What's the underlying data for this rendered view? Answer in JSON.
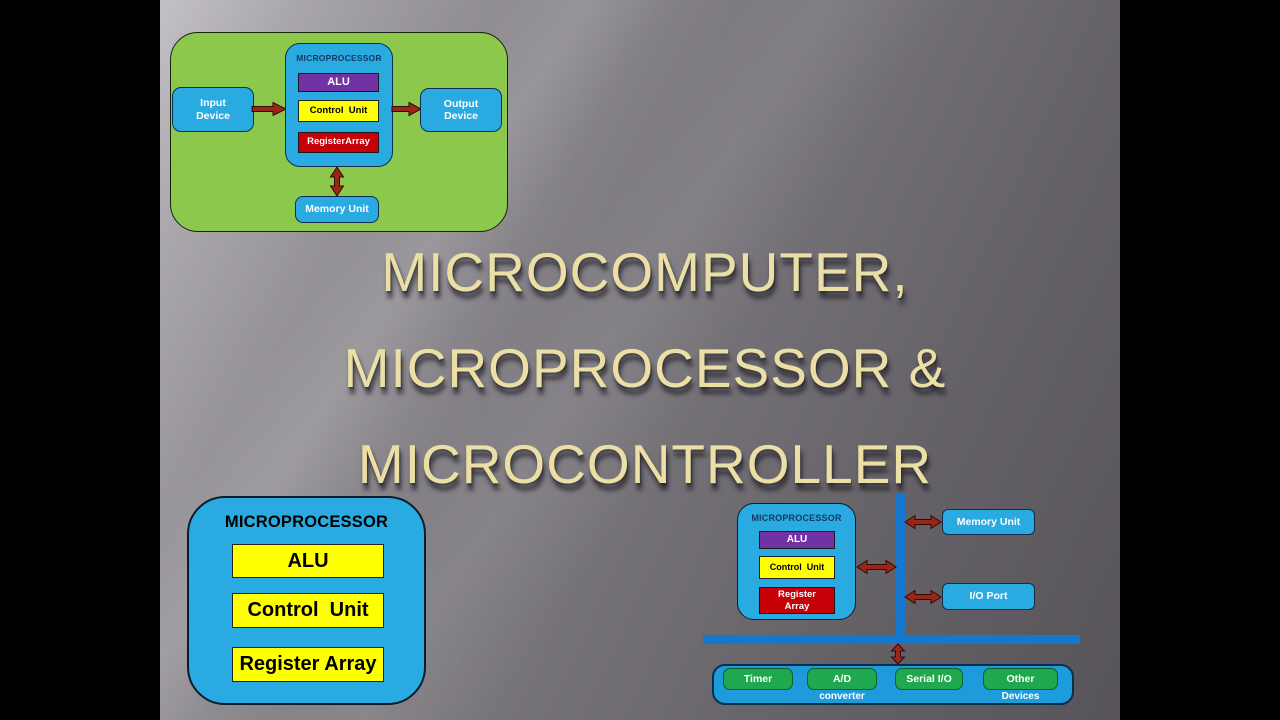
{
  "title": {
    "line1": "MICROCOMPUTER,",
    "line2": "MICROPROCESSOR &",
    "line3": "MICROCONTROLLER"
  },
  "microcomputer_diagram": {
    "processor_label": "MICROPROCESSOR",
    "alu": "ALU",
    "control_unit": "Control  Unit",
    "register_array": "RegisterArray",
    "input_device": "Input\nDevice",
    "output_device": "Output\nDevice",
    "memory_unit": "Memory Unit"
  },
  "microprocessor_panel": {
    "title": "MICROPROCESSOR",
    "alu": "ALU",
    "control_unit": "Control  Unit",
    "register_array": "Register Array"
  },
  "microcontroller_diagram": {
    "processor_label": "MICROPROCESSOR",
    "alu": "ALU",
    "control_unit": "Control  Unit",
    "register_array": "Register\nArray",
    "memory_unit": "Memory Unit",
    "io_port": "I/O Port",
    "devices": [
      {
        "label": "Timer",
        "sub": ""
      },
      {
        "label": "A/D",
        "sub": "converter"
      },
      {
        "label": "Serial I/O",
        "sub": ""
      },
      {
        "label": "Other",
        "sub": "Devices"
      }
    ]
  },
  "colors": {
    "cyan": "#29abe2",
    "green_container": "#8cc84c",
    "device_green": "#1fa84d",
    "yellow": "#feff00",
    "purple": "#7133a3",
    "red": "#c60006",
    "bus_blue": "#1677ce",
    "container_blue": "#1d9bdb",
    "arrow_red": "#9a261a",
    "title_gold": "#ebdfa6"
  }
}
